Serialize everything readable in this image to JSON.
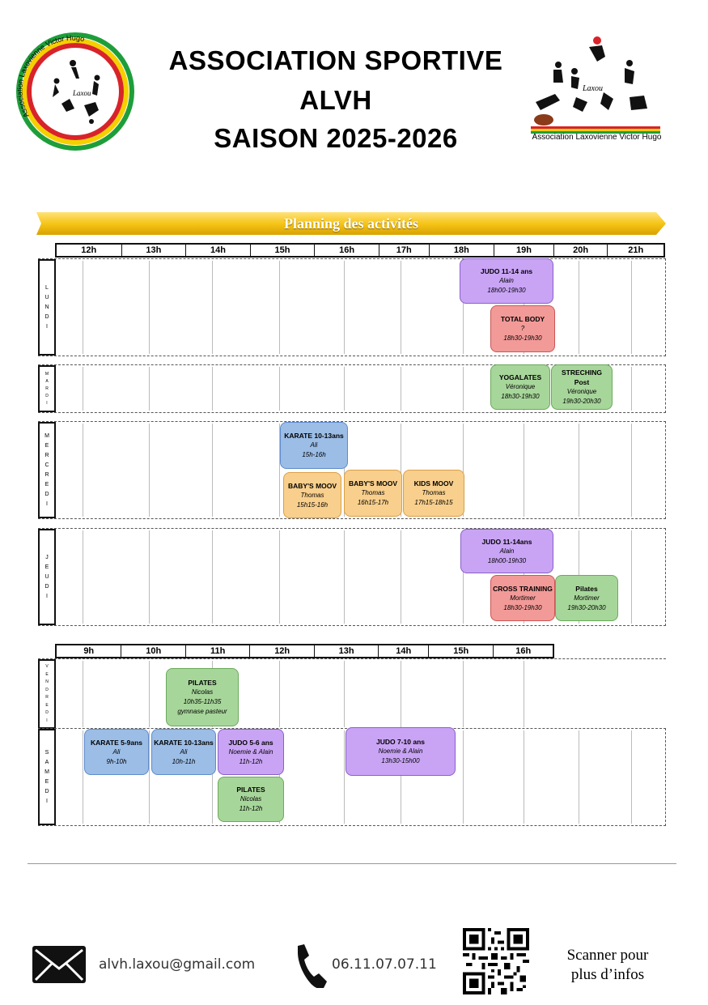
{
  "header": {
    "title_line1": "ASSOCIATION SPORTIVE",
    "title_line2": "ALVH",
    "title_line3": "SAISON 2025-2026",
    "logo_left_text": "Association Laxovienne Victor Hugo",
    "logo_right_caption": "Association Laxovienne Victor Hugo",
    "logo_wordmark": "Laxou"
  },
  "banner": {
    "label": "Planning des activités",
    "color": "#f5c518"
  },
  "week_top": {
    "hours": [
      "12h",
      "13h",
      "14h",
      "15h",
      "16h",
      "17h",
      "18h",
      "19h",
      "20h",
      "21h"
    ],
    "days": [
      {
        "letters": [
          "L",
          "U",
          "N",
          "D",
          "I"
        ],
        "activities": [
          {
            "name": "JUDO 11-14 ans",
            "teacher": "Alain",
            "time": "18h00-19h30",
            "color": "purple"
          },
          {
            "name": "TOTAL BODY",
            "teacher": "?",
            "time": "18h30-19h30",
            "color": "red"
          }
        ]
      },
      {
        "letters": [
          "M",
          "A",
          "R",
          "D",
          "I"
        ],
        "activities": [
          {
            "name": "YOGALATES",
            "teacher": "Véronique",
            "time": "18h30-19h30",
            "color": "green"
          },
          {
            "name": "STRECHING Post",
            "teacher": "Véronique",
            "time": "19h30-20h30",
            "color": "green"
          }
        ]
      },
      {
        "letters": [
          "M",
          "E",
          "R",
          "C",
          "R",
          "E",
          "D",
          "I"
        ],
        "activities": [
          {
            "name": "KARATE 10-13ans",
            "teacher": "Ali",
            "time": "15h-16h",
            "color": "blue"
          },
          {
            "name": "BABY'S MOOV",
            "teacher": "Thomas",
            "time": "15h15-16h",
            "color": "orange"
          },
          {
            "name": "BABY'S MOOV",
            "teacher": "Thomas",
            "time": "16h15-17h",
            "color": "orange"
          },
          {
            "name": "KIDS MOOV",
            "teacher": "Thomas",
            "time": "17h15-18h15",
            "color": "orange"
          }
        ]
      },
      {
        "letters": [
          "J",
          "E",
          "U",
          "D",
          "I"
        ],
        "activities": [
          {
            "name": "JUDO 11-14ans",
            "teacher": "Alain",
            "time": "18h00-19h30",
            "color": "purple"
          },
          {
            "name": "CROSS TRAINING",
            "teacher": "Mortimer",
            "time": "18h30-19h30",
            "color": "red"
          },
          {
            "name": "Pilates",
            "teacher": "Mortimer",
            "time": "19h30-20h30",
            "color": "green"
          }
        ]
      }
    ]
  },
  "week_bottom": {
    "hours": [
      "9h",
      "10h",
      "11h",
      "12h",
      "13h",
      "14h",
      "15h",
      "16h"
    ],
    "days": [
      {
        "letters": [
          "V",
          "E",
          "N",
          "D",
          "R",
          "E",
          "D",
          "I"
        ],
        "activities": [
          {
            "name": "PILATES",
            "teacher": "Nicolas",
            "time": "10h35-11h35",
            "place": "gymnase pasteur",
            "color": "green"
          }
        ]
      },
      {
        "letters": [
          "S",
          "A",
          "M",
          "E",
          "D",
          "I"
        ],
        "activities": [
          {
            "name": "KARATE 5-9ans",
            "teacher": "Ali",
            "time": "9h-10h",
            "color": "blue"
          },
          {
            "name": "KARATE 10-13ans",
            "teacher": "Ali",
            "time": "10h-11h",
            "color": "blue"
          },
          {
            "name": "JUDO 5-6 ans",
            "teacher": "Noemie & Alain",
            "time": "11h-12h",
            "color": "purple"
          },
          {
            "name": "JUDO 7-10 ans",
            "teacher": "Noemie & Alain",
            "time": "13h30-15h00",
            "color": "purple"
          },
          {
            "name": "PILATES",
            "teacher": "Nicolas",
            "time": "11h-12h",
            "color": "green"
          }
        ]
      }
    ]
  },
  "footer": {
    "email": "alvh.laxou@gmail.com",
    "phone": "06.11.07.07.11",
    "qr_line1": "Scanner pour",
    "qr_line2": "plus d’infos"
  }
}
